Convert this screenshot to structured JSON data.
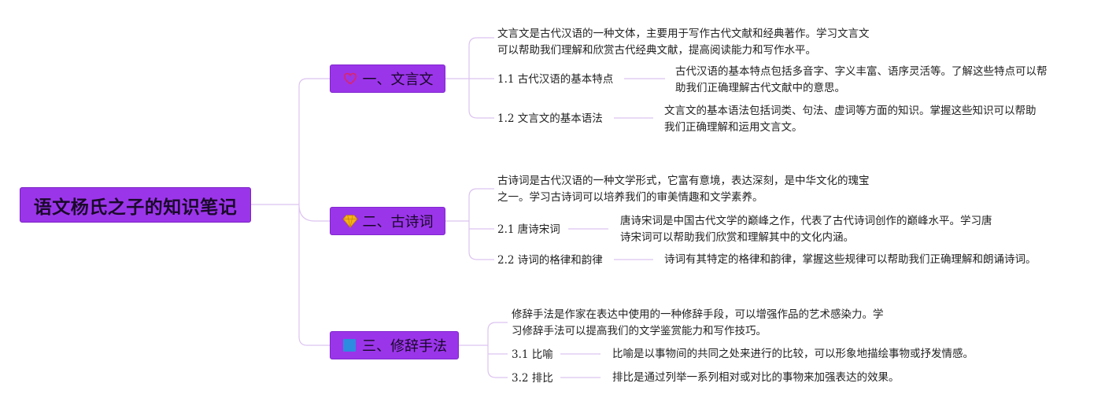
{
  "root": {
    "title": "语文杨氏之子的知识笔记"
  },
  "branches": [
    {
      "title": "一、文言文",
      "icon": "heart-icon",
      "intro": [
        "文言文是古代汉语的一种文体，主要用于写作古代文献和经典著作。学习文言文",
        "可以帮助我们理解和欣赏古代经典文献，提高阅读能力和写作水平。"
      ],
      "children": [
        {
          "label": "1.1 古代汉语的基本特点",
          "detail": [
            "古代汉语的基本特点包括多音字、字义丰富、语序灵活等。了解这些特点可以帮",
            "助我们正确理解古代文献中的意思。"
          ]
        },
        {
          "label": "1.2 文言文的基本语法",
          "detail": [
            "文言文的基本语法包括词类、句法、虚词等方面的知识。掌握这些知识可以帮助",
            "我们正确理解和运用文言文。"
          ]
        }
      ]
    },
    {
      "title": "二、古诗词",
      "icon": "diamond-icon",
      "intro": [
        "古诗词是古代汉语的一种文学形式，它富有意境，表达深刻，是中华文化的瑰宝",
        "之一。学习古诗词可以培养我们的审美情趣和文学素养。"
      ],
      "children": [
        {
          "label": "2.1 唐诗宋词",
          "detail": [
            "唐诗宋词是中国古代文学的巅峰之作，代表了古代诗词创作的巅峰水平。学习唐",
            "诗宋词可以帮助我们欣赏和理解其中的文化内涵。"
          ]
        },
        {
          "label": "2.2 诗词的格律和韵律",
          "detail": [
            "诗词有其特定的格律和韵律，掌握这些规律可以帮助我们正确理解和朗诵诗词。"
          ]
        }
      ]
    },
    {
      "title": "三、修辞手法",
      "icon": "blue-square-icon",
      "intro": [
        "修辞手法是作家在表达中使用的一种修辞手段，可以增强作品的艺术感染力。学",
        "习修辞手法可以提高我们的文学鉴赏能力和写作技巧。"
      ],
      "children": [
        {
          "label": "3.1 比喻",
          "detail": [
            "比喻是以事物间的共同之处来进行的比较，可以形象地描绘事物或抒发情感。"
          ]
        },
        {
          "label": "3.2 排比",
          "detail": [
            "排比是通过列举一系列相对或对比的事物来加强表达的效果。"
          ]
        }
      ]
    }
  ],
  "colors": {
    "node": "#9b35ea",
    "line": "#d7b8ee",
    "heart": "#e0245e",
    "diamond": "#f5b21b",
    "square": "#2d8be0"
  }
}
